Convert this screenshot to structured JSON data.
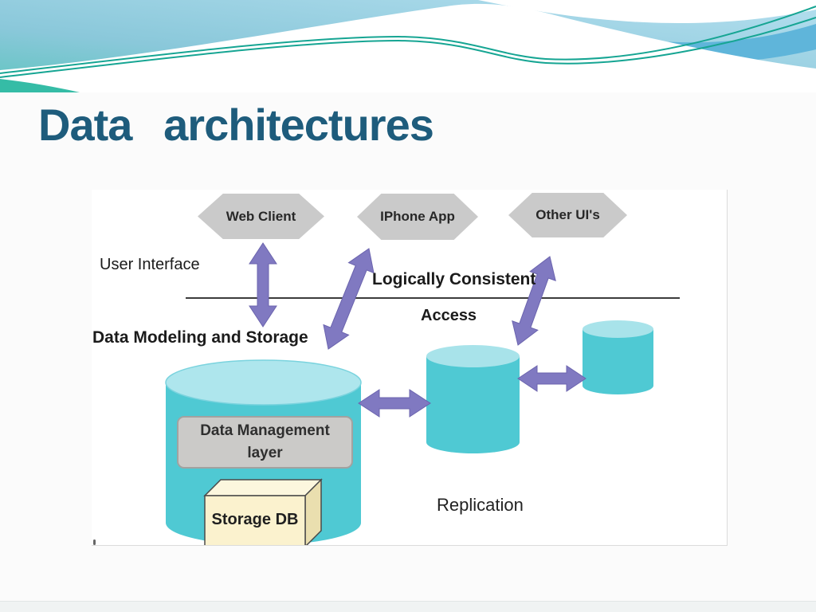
{
  "slide": {
    "title": "Data architectures"
  },
  "diagram": {
    "hexagons": [
      {
        "label": "Web Client"
      },
      {
        "label": "IPhone App"
      },
      {
        "label": "Other UI's"
      }
    ],
    "labels": {
      "user_interface": "User Interface",
      "logically_consistent": "Logically Consistent",
      "access": "Access",
      "data_modeling_and_storage": "Data Modeling and Storage",
      "replication": "Replication"
    },
    "management_box": {
      "line1": "Data Management",
      "line2": "layer"
    },
    "storage_box_label": "Storage DB",
    "colors": {
      "title": "#1E5C7C",
      "hexagon": "#CACACA",
      "cylinder_body": "#4FC9D3",
      "cylinder_top": "#ACE5EC",
      "arrow": "#8079C1",
      "management_box": "#CBCAC8",
      "storage_box": "#FBF2CE",
      "wave_line": "#16A593"
    }
  }
}
